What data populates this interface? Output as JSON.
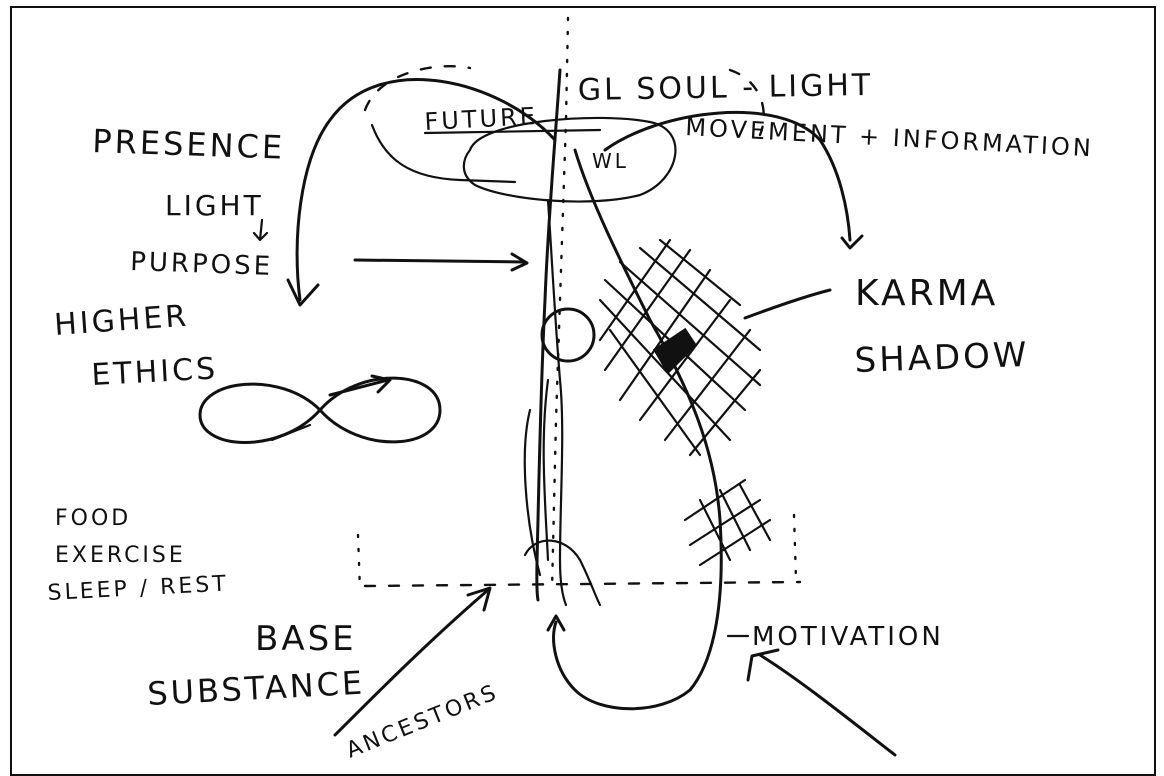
{
  "labels": {
    "soul_light": "GL SOUL - LIGHT",
    "future": "FUTURE",
    "wl": "WL",
    "movement_information": "MOVEMENT + INFORMATION",
    "presence": "PRESENCE",
    "light": "LIGHT",
    "purpose": "PURPOSE",
    "higher": "HIGHER",
    "ethics": "ETHICS",
    "karma": "KARMA",
    "shadow": "SHADOW",
    "food": "FOOD",
    "exercise": "EXERCISE",
    "sleep_rest": "SLEEP / REST",
    "base": "BASE",
    "substance": "SUBSTANCE",
    "ancestors": "ANCESTORS",
    "motivation": "MOTIVATION"
  },
  "colors": {
    "ink": "#111111",
    "paper": "#ffffff"
  }
}
